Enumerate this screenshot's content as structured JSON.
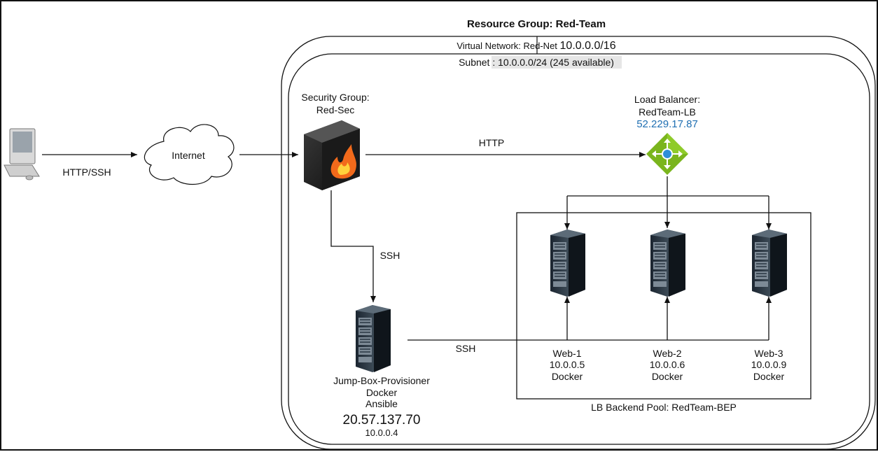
{
  "title": "Resource Group: Red-Team",
  "vnet": {
    "prefix": "Virtual Network: Red-Net ",
    "cidr": "10.0.0.0/16"
  },
  "subnet": {
    "prefix": "Subnet : ",
    "value": "10.0.0.0/24 (245 available)"
  },
  "internet_label": "Internet",
  "client_link_label": "HTTP/SSH",
  "security_group": {
    "line1": "Security Group:",
    "line2": "Red-Sec"
  },
  "load_balancer": {
    "line1": "Load Balancer:",
    "line2": "RedTeam-LB",
    "ip": "52.229.17.87"
  },
  "http_label": "HTTP",
  "ssh_label_1": "SSH",
  "ssh_label_2": "SSH",
  "jumpbox": {
    "name": "Jump-Box-Provisioner",
    "line2": "Docker",
    "line3": "Ansible",
    "public_ip": "20.57.137.70",
    "private_ip": "10.0.0.4"
  },
  "backend_pool_label": "LB Backend Pool: RedTeam-BEP",
  "web_servers": [
    {
      "name": "Web-1",
      "ip": "10.0.0.5",
      "role": "Docker"
    },
    {
      "name": "Web-2",
      "ip": "10.0.0.6",
      "role": "Docker"
    },
    {
      "name": "Web-3",
      "ip": "10.0.0.9",
      "role": "Docker"
    }
  ],
  "colors": {
    "lb_ip": "#1f6fb2",
    "lb_icon": "#7ab51d",
    "subnet_highlight": "#e6e6e6",
    "firewall_flame": "#f26a1b"
  },
  "icons": [
    "computer-icon",
    "cloud-icon",
    "firewall-icon",
    "load-balancer-icon",
    "server-icon"
  ]
}
